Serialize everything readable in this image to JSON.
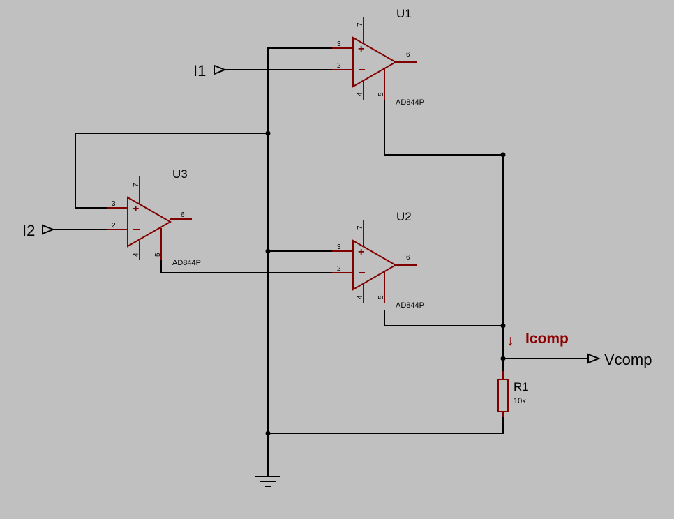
{
  "colors": {
    "background": "#c0c0c0",
    "wire": "#000000",
    "component": "#800000",
    "current_label": "#8b0000"
  },
  "opamps": [
    {
      "ref": "U1",
      "model": "AD844P",
      "pin_plus": "3",
      "pin_minus": "2",
      "pin_out": "6",
      "pin_top": "7",
      "pin_bot_left": "4",
      "pin_bot_right": "5"
    },
    {
      "ref": "U2",
      "model": "AD844P",
      "pin_plus": "3",
      "pin_minus": "2",
      "pin_out": "6",
      "pin_top": "7",
      "pin_bot_left": "4",
      "pin_bot_right": "5"
    },
    {
      "ref": "U3",
      "model": "AD844P",
      "pin_plus": "3",
      "pin_minus": "2",
      "pin_out": "6",
      "pin_top": "7",
      "pin_bot_left": "4",
      "pin_bot_right": "5"
    }
  ],
  "resistor": {
    "ref": "R1",
    "value": "10k"
  },
  "terminals": {
    "input1": "I1",
    "input2": "I2",
    "output": "Vcomp"
  },
  "current_label": {
    "arrow": "↓",
    "text": "Icomp"
  },
  "icons": {
    "ground": "ground-symbol-icon",
    "input_terminal": "terminal-arrow-icon"
  }
}
